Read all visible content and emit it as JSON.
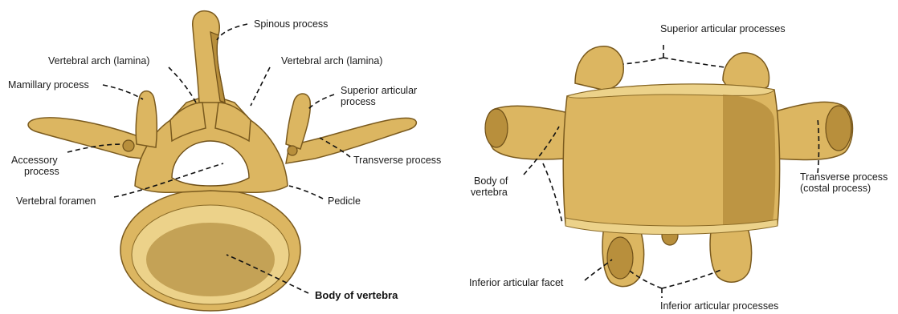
{
  "labels": {
    "superior_view": {
      "spinous_process": "Spinous process",
      "vertebral_arch_left": "Vertebral arch (lamina)",
      "vertebral_arch_right": "Vertebral arch (lamina)",
      "mamillary_process": "Mamillary process",
      "superior_articular_process_line1": "Superior articular",
      "superior_articular_process_line2": "process",
      "accessory_process_line1": "Accessory",
      "accessory_process_line2": "process",
      "transverse_process": "Transverse process",
      "vertebral_foramen": "Vertebral foramen",
      "pedicle": "Pedicle",
      "body_of_vertebra": "Body of vertebra"
    },
    "anterior_view": {
      "superior_articular_processes": "Superior articular processes",
      "body_of_vertebra_line1": "Body of",
      "body_of_vertebra_line2": "vertebra",
      "transverse_process_line1": "Transverse process",
      "transverse_process_line2": "(costal process)",
      "inferior_articular_facet": "Inferior articular facet",
      "inferior_articular_processes": "Inferior articular processes"
    }
  },
  "colors": {
    "bone": "#dcb661",
    "bone_shadow": "#b88f3c",
    "bone_highlight": "#ecd28a",
    "label_text": "#1a1a1a",
    "leader_line": "#111111"
  }
}
